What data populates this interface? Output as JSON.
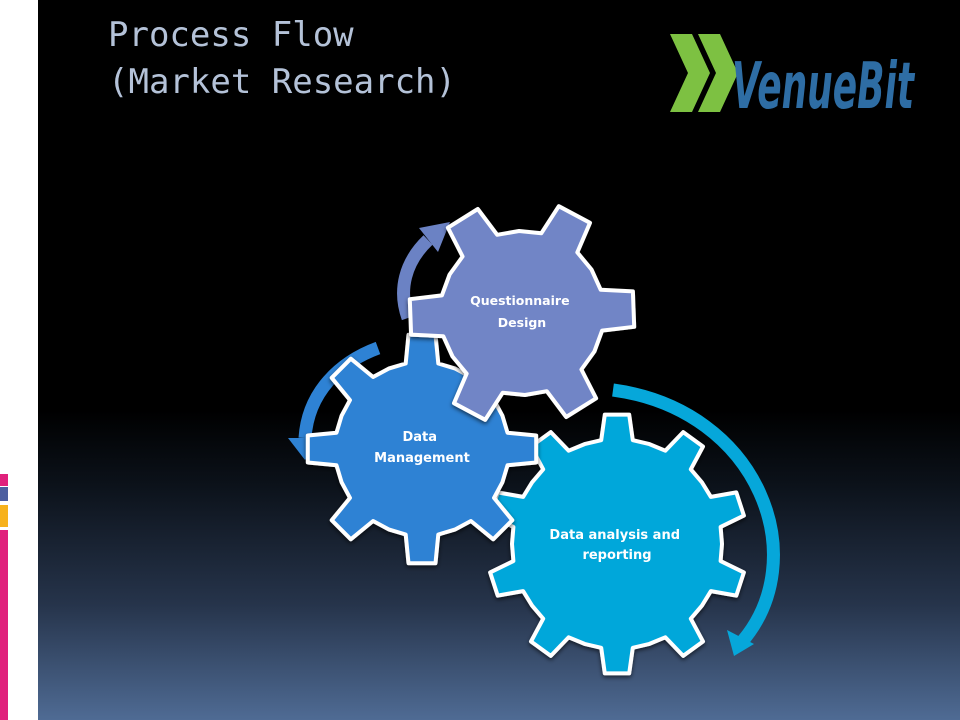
{
  "slide": {
    "title_lines": [
      "Process Flow",
      "(Market Research)"
    ],
    "logo_text": "VenueBit"
  },
  "diagram": {
    "steps": [
      {
        "label_lines": [
          "Questionnaire",
          "Design"
        ],
        "color": "#7185c6"
      },
      {
        "label_lines": [
          "Data",
          "Management"
        ],
        "color": "#2e82d4"
      },
      {
        "label_lines": [
          "Data analysis and",
          "reporting"
        ],
        "color": "#06a7da"
      }
    ]
  },
  "colors": {
    "title": "#b4c2d8",
    "logo_chevron": "#7dc142",
    "logo_text": "#2e6da4",
    "stripe_pink": "#e0217c",
    "stripe_blue": "#4d5fa0",
    "stripe_yellow": "#f7b21c"
  }
}
